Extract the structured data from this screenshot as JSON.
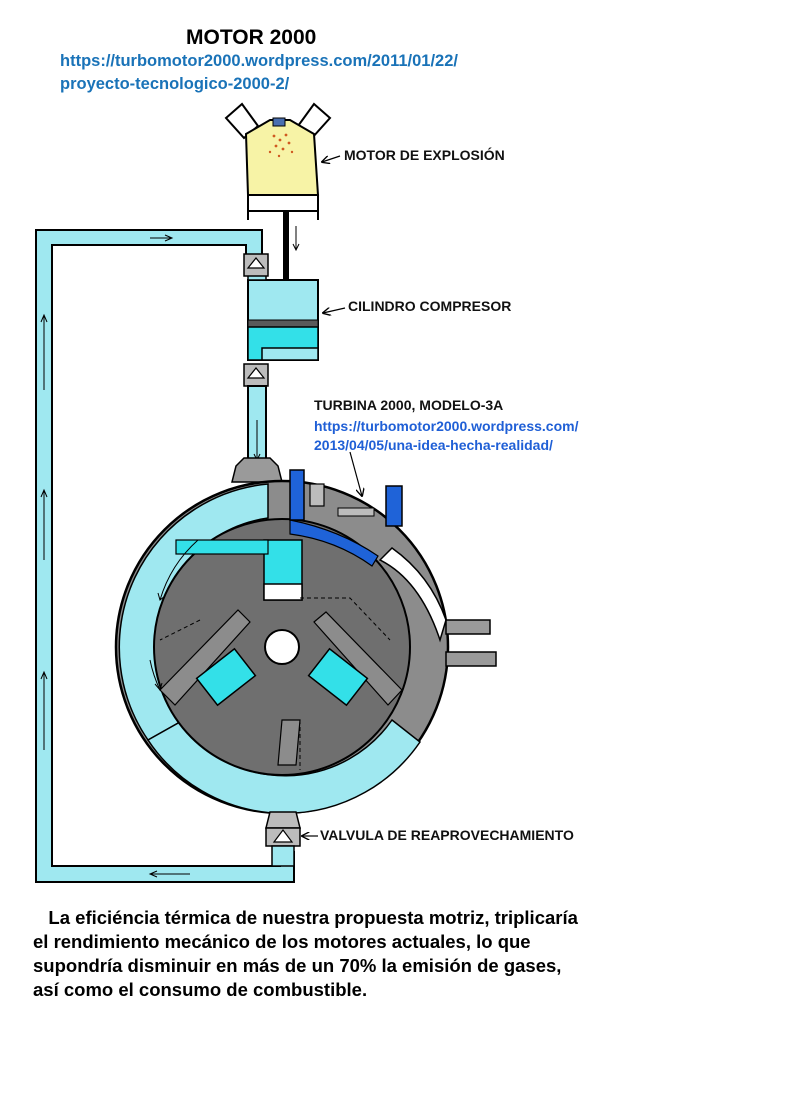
{
  "header": {
    "title": "MOTOR 2000",
    "link_line1": "https://turbomotor2000.wordpress.com/2011/01/22/",
    "link_line2": "proyecto-tecnologico-2000-2/"
  },
  "labels": {
    "motor": "MOTOR DE EXPLOSIÓN",
    "cilindro": "CILINDRO COMPRESOR",
    "turbina": "TURBINA 2000, MODELO-3A",
    "turbina_link1": "https://turbomotor2000.wordpress.com/",
    "turbina_link2": "2013/04/05/una-idea-hecha-realidad/",
    "valvula": "VALVULA DE REAPROVECHAMIENTO"
  },
  "paragraph": {
    "line1": "   La eficiéncia térmica de nuestra propuesta motriz, triplicaría",
    "line2": "el rendimiento mecánico de los motores actuales, lo que",
    "line3": "supondría disminuir en más de un 70% la emisión de gases,",
    "line4": "así como el consumo de combustible."
  },
  "colors": {
    "water": "#9fe8f0",
    "cyan": "#33e0e8",
    "grey": "#8c8c8c",
    "dark_grey": "#6f6f6f",
    "blue_pipe": "#1f63d8",
    "engine_yellow": "#f7f3a6"
  }
}
